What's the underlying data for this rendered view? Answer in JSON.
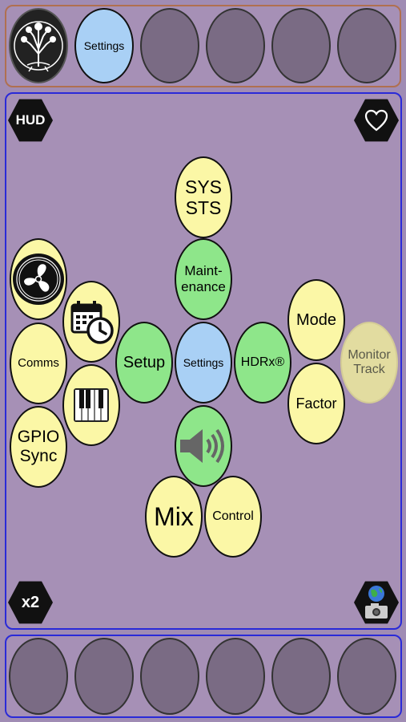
{
  "top_bar": {
    "settings_label": "Settings"
  },
  "corners": {
    "hud_label": "HUD",
    "zoom_label": "x2",
    "favorite_icon": "heart-icon",
    "capture_icon": "globe-camera-icon"
  },
  "buttons": {
    "sys_sts": "SYS\nSTS",
    "maintenance": "Maint-\nenance",
    "comms": "Comms",
    "gpio_sync": "GPIO\nSync",
    "setup": "Setup",
    "settings": "Settings",
    "hdrx": "HDRx®",
    "mode": "Mode",
    "factor": "Factor",
    "monitor_track": "Monitor\nTrack",
    "mix": "Mix",
    "control": "Control"
  },
  "icons": {
    "fan": "fan-icon",
    "calendar_clock": "calendar-clock-icon",
    "piano": "piano-keyboard-icon",
    "speaker": "speaker-volume-icon",
    "logo": "tree-of-life-logo"
  },
  "colors": {
    "background": "#a08cb4",
    "yellow": "#fbf7a6",
    "green": "#8ee68a",
    "blue": "#a9d0f5",
    "empty": "#7a6b84"
  }
}
